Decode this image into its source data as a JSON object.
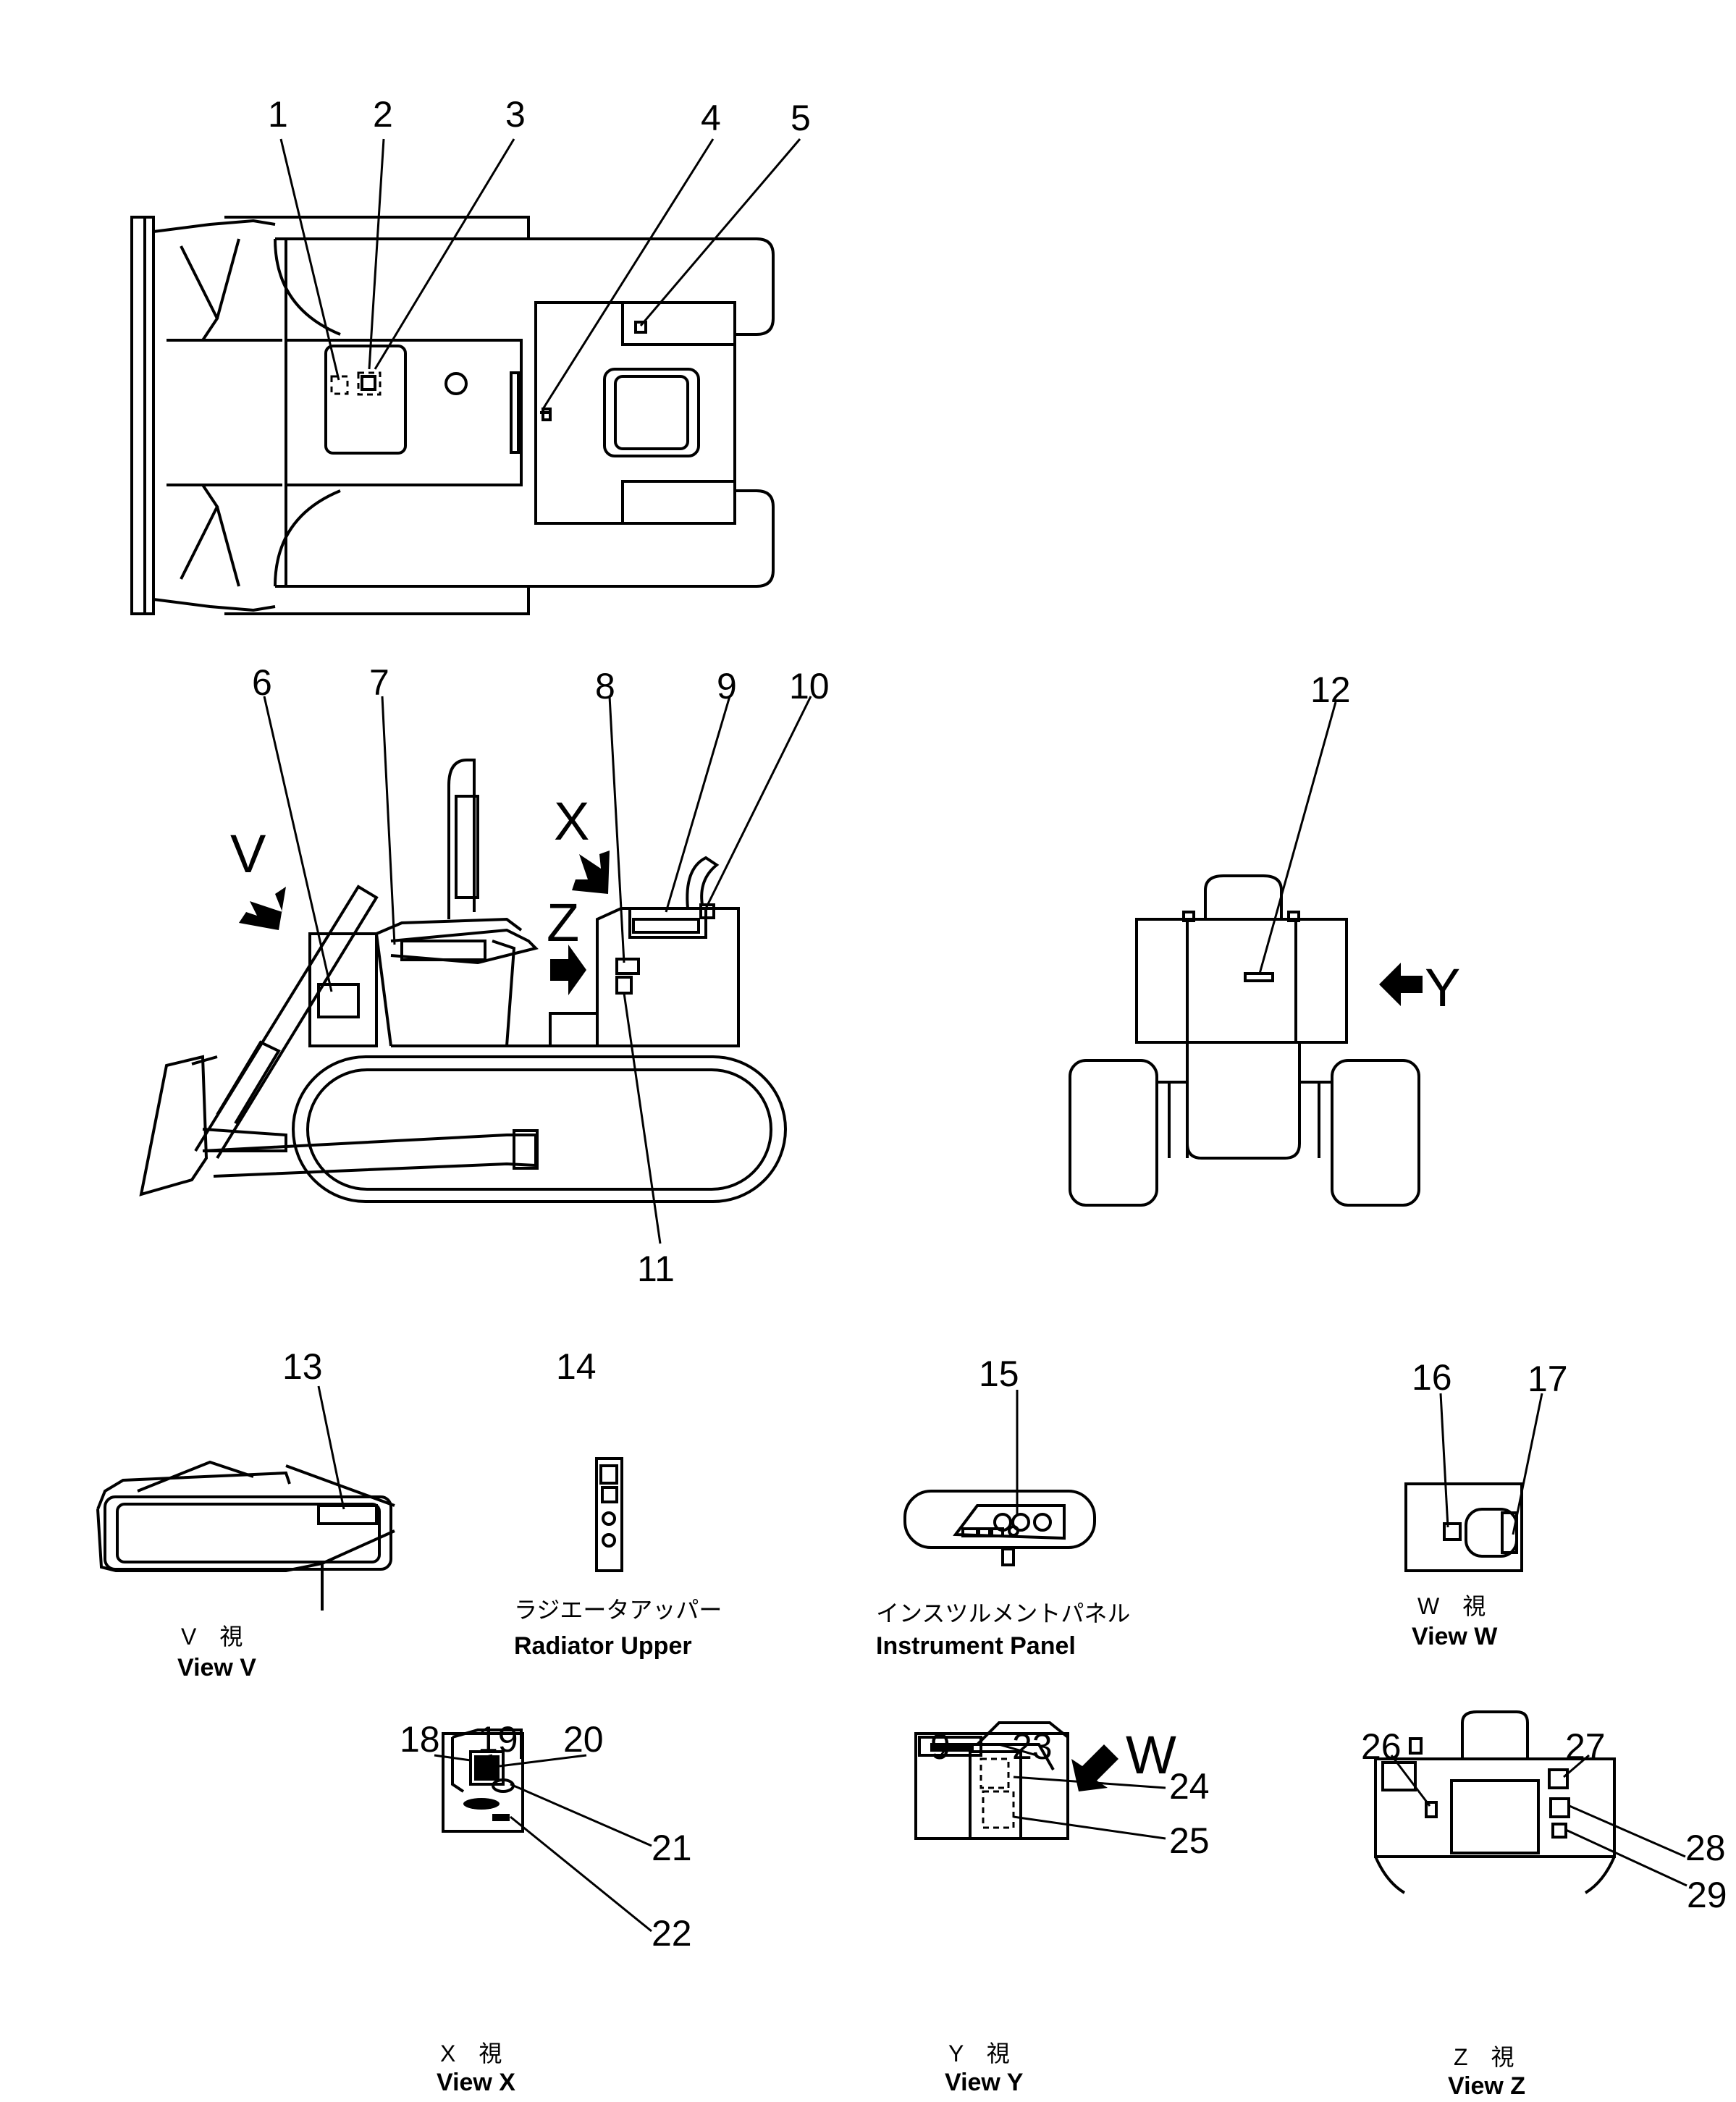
{
  "callouts": [
    "1",
    "2",
    "3",
    "4",
    "5",
    "6",
    "7",
    "8",
    "9",
    "10",
    "11",
    "12",
    "13",
    "14",
    "15",
    "16",
    "17",
    "18",
    "19",
    "20",
    "21",
    "22",
    "9",
    "23",
    "24",
    "25",
    "26",
    "27",
    "28",
    "29"
  ],
  "view_arrows": {
    "v": "V",
    "x": "X",
    "z": "Z",
    "y": "Y",
    "w": "W"
  },
  "captions": {
    "view_v": {
      "jp": "V　視",
      "en": "View V"
    },
    "radiator": {
      "jp": "ラジエータアッパー",
      "en": "Radiator Upper"
    },
    "instrument": {
      "jp": "インスツルメントパネル",
      "en": "Instrument Panel"
    },
    "view_w": {
      "jp": "W　視",
      "en": "View W"
    },
    "view_x": {
      "jp": "X　視",
      "en": "View X"
    },
    "view_y": {
      "jp": "Y　視",
      "en": "View Y"
    },
    "view_z": {
      "jp": "Z　視",
      "en": "View Z"
    }
  },
  "icons": [
    "bulldozer-top-view",
    "bulldozer-side-view",
    "bulldozer-rear-view",
    "arrow-icon"
  ]
}
